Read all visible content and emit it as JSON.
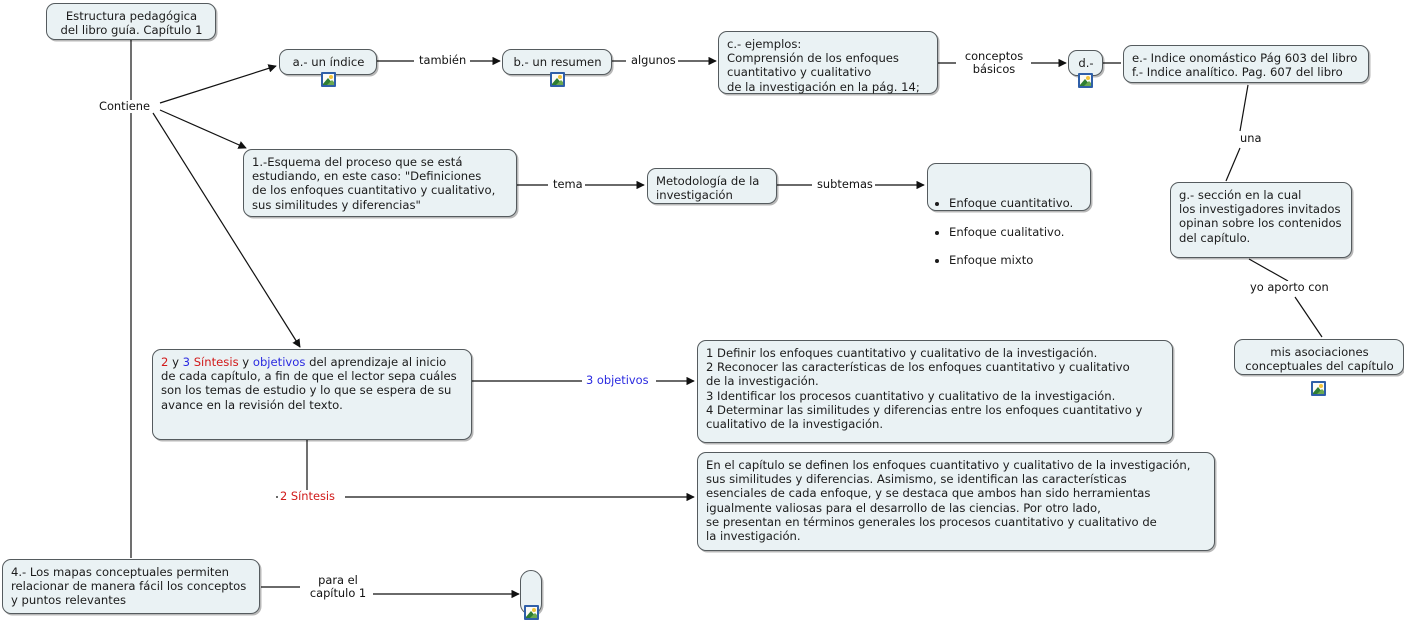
{
  "map": {
    "title_node": "Estructura pedagógica\ndel libro guía. Capítulo 1",
    "accent_red": "#d11a1a",
    "accent_blue": "#2a2ae0",
    "node_fill": "#eaf2f4",
    "node_border": "#555b5e"
  },
  "nodes": {
    "root": "Estructura pedagógica\ndel libro guía. Capítulo 1",
    "indice": "a.- un índice",
    "resumen": "b.- un resumen",
    "ejemplos": "c.- ejemplos:\nComprensión de los enfoques\ncuantitativo y cualitativo\nde la investigación en la pág. 14;",
    "d_node": "d.-",
    "indices": "e.- Indice onomástico Pág 603 del libro\nf.- Indice analítico. Pag. 607 del libro",
    "esquema": "1.-Esquema del proceso que se está\nestudiando, en este caso: \"Definiciones\nde los enfoques cuantitativo y cualitativo,\nsus similitudes y diferencias\"",
    "metodologia": "Metodología de la\ninvestigación",
    "enfoques": [
      "Enfoque cuantitativo.",
      "Enfoque cualitativo.",
      "Enfoque mixto"
    ],
    "seccion": "g.- sección en la cual\nlos investigadores invitados\nopinan sobre los contenidos\ndel capítulo.",
    "asociaciones": "mis asociaciones\nconceptuales del capítulo",
    "sintesis_objetivos": {
      "p1_red": "2",
      "p2": " y ",
      "p3_blue": "3",
      "p4_red": "  Síntesis",
      "p5": " y ",
      "p6_blue": "objetivos",
      "p7": " del aprendizaje al inicio\nde cada capítulo, a fin de que el lector sepa cuáles\nson los temas de estudio y lo que se espera de su\navance en la revisión del texto."
    },
    "objetivos_lista": "1 Definir los enfoques cuantitativo y cualitativo de la investigación.\n2 Reconocer las características de los enfoques cuantitativo y cualitativo\nde la investigación.\n3 Identificar los procesos cuantitativo y cualitativo de la investigación.\n4 Determinar las similitudes y diferencias entre los enfoques cuantitativo y\ncualitativo de la investigación.",
    "sintesis_texto": "En el capítulo se definen los enfoques cuantitativo y cualitativo de la investigación,\nsus similitudes y diferencias. Asimismo, se identifican las características\nesenciales de cada enfoque, y se destaca que ambos han sido herramientas\nigualmente valiosas para el desarrollo de las ciencias. Por otro lado,\nse presentan en términos generales los procesos cuantitativo y cualitativo de\nla investigación.",
    "mapas": "4.- Los mapas conceptuales permiten\nrelacionar de manera fácil los conceptos\ny puntos relevantes",
    "empty_node": ""
  },
  "phrases": {
    "contiene": "Contiene",
    "tambien": "también",
    "algunos": "algunos",
    "conceptos_basicos": "conceptos\nbásicos",
    "tema": "tema",
    "subtemas": "subtemas",
    "una": "una",
    "yo_aporto_con": "yo aporto con",
    "tres_objetivos": "3 objetivos",
    "dos_sintesis": "2 Síntesis",
    "para_el_capitulo": "para el\ncapítulo 1"
  },
  "icons": {
    "resource": "image-resource-icon"
  }
}
